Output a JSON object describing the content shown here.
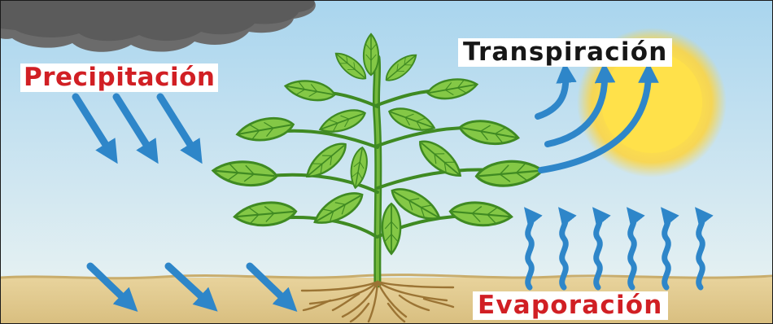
{
  "diagram": {
    "labels": {
      "precipitation": "Precipitación",
      "transpiration": "Transpiración",
      "evaporation": "Evaporación"
    },
    "colors": {
      "label_red": "#d11f24",
      "label_dark": "#161616",
      "arrow_blue": "#2e86c9",
      "sky_top": "#a9d5ee",
      "sky_bottom": "#e9f3f4",
      "soil": "#e0c98e",
      "cloud": "#6f6f6f",
      "sun": "#ffdc3a",
      "leaf": "#7cc141",
      "leaf_dark": "#3f8a22",
      "root": "#a47b3a"
    },
    "icons": {
      "cloud": "cloud-icon",
      "sun": "sun-icon",
      "plant": "plant-icon",
      "roots": "roots-icon"
    }
  }
}
